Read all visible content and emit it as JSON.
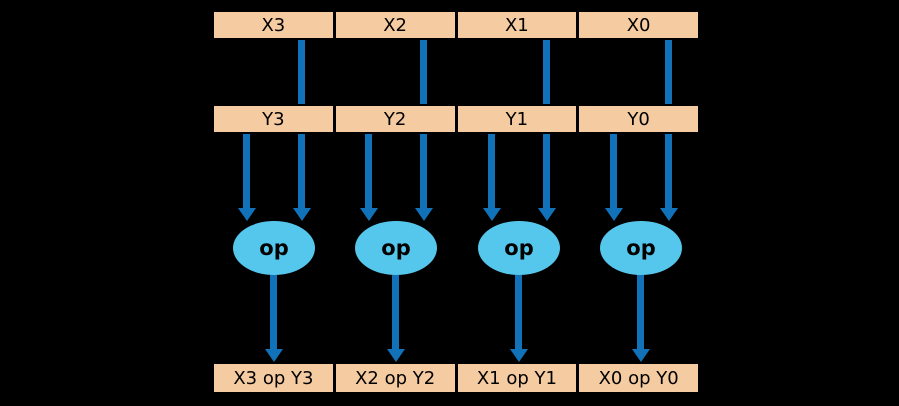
{
  "diagram": {
    "x_register": {
      "cells": [
        "X3",
        "X2",
        "X1",
        "X0"
      ]
    },
    "y_register": {
      "cells": [
        "Y3",
        "Y2",
        "Y1",
        "Y0"
      ]
    },
    "op_label": "op",
    "result_register": {
      "cells": [
        "X3 op Y3",
        "X2 op Y2",
        "X1 op Y1",
        "X0 op Y0"
      ]
    },
    "colors": {
      "background": "#000000",
      "register_fill": "#F5CBA2",
      "arrow": "#1172BA",
      "op_fill": "#56C7EC",
      "text": "#000000"
    }
  }
}
